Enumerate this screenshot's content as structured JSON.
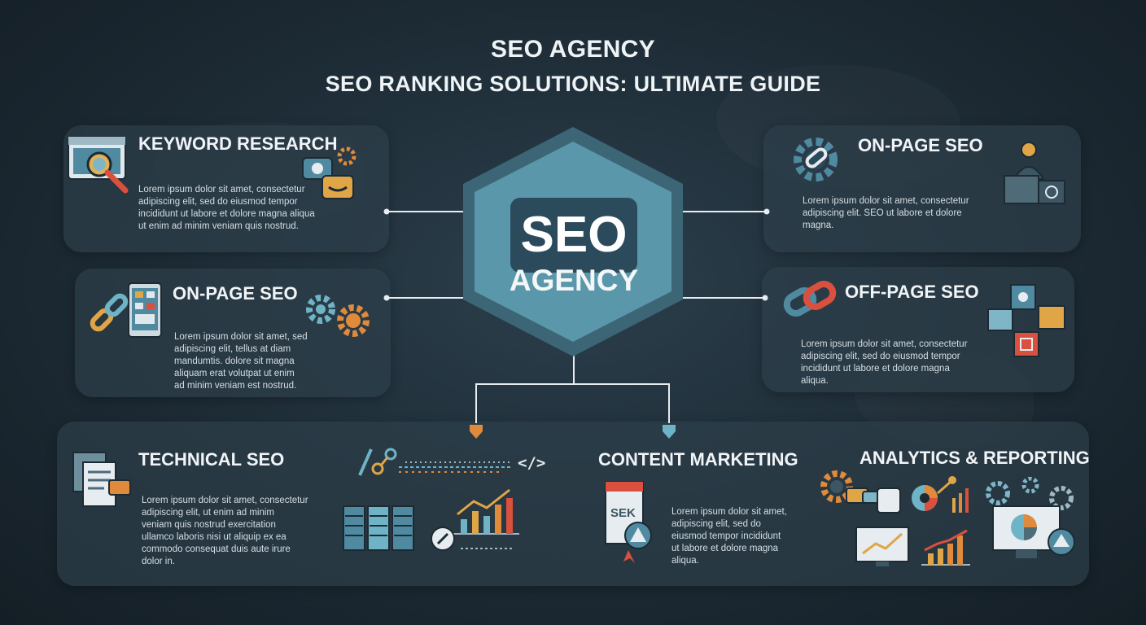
{
  "header": {
    "title": "SEO AGENCY",
    "subtitle": "SEO RANKING SOLUTIONS: ULTIMATE GUIDE"
  },
  "hub": {
    "line1": "SEO",
    "line2": "AGENCY"
  },
  "cards": {
    "keyword_research": {
      "title": "KEYWORD RESEARCH",
      "body": [
        "Lorem ipsum dolor sit amet, consectetur",
        "adipiscing elit, sed do eiusmod tempor",
        "incididunt ut labore et dolore magna aliqua",
        "ut enim ad minim veniam quis nostrud."
      ]
    },
    "on_page_left": {
      "title": "ON-PAGE SEO",
      "body": [
        "Lorem ipsum dolor sit amet, sed",
        "adipiscing elit, tellus at diam",
        "mandumtis. dolore sit magna",
        "aliquam erat volutpat ut enim",
        "ad minim veniam est nostrud."
      ]
    },
    "on_page_right": {
      "title": "ON-PAGE SEO",
      "body": [
        "Lorem ipsum dolor sit amet, consectetur",
        "adipiscing elit. SEO ut labore et dolore",
        "magna."
      ]
    },
    "off_page": {
      "title": "OFF-PAGE SEO",
      "body": [
        "Lorem ipsum dolor sit amet, consectetur",
        "adipiscing elit, sed do eiusmod tempor",
        "incididunt ut labore et dolore magna",
        "aliqua."
      ]
    },
    "technical": {
      "title": "TECHNICAL SEO",
      "body": [
        "Lorem ipsum dolor sit amet, consectetur",
        "adipiscing elit, ut enim ad minim",
        "veniam quis nostrud exercitation",
        "ullamco laboris nisi ut aliquip ex ea",
        "commodo consequat duis aute irure",
        "dolor in."
      ]
    },
    "content": {
      "title": "CONTENT MARKETING",
      "body": [
        "Lorem ipsum dolor sit amet,",
        "adipiscing elit, sed do",
        "eiusmod tempor incididunt",
        "ut labore et dolore magna",
        "aliqua."
      ]
    },
    "analytics": {
      "title": "ANALYTICS & REPORTING"
    }
  },
  "labels": {
    "code_tag": "</>",
    "doc_tag": "SEK"
  },
  "colors": {
    "accent_teal": "#6fb3c6",
    "accent_orange": "#e08a3c",
    "accent_red": "#d9503f",
    "hub_fill": "#5b97aa"
  }
}
